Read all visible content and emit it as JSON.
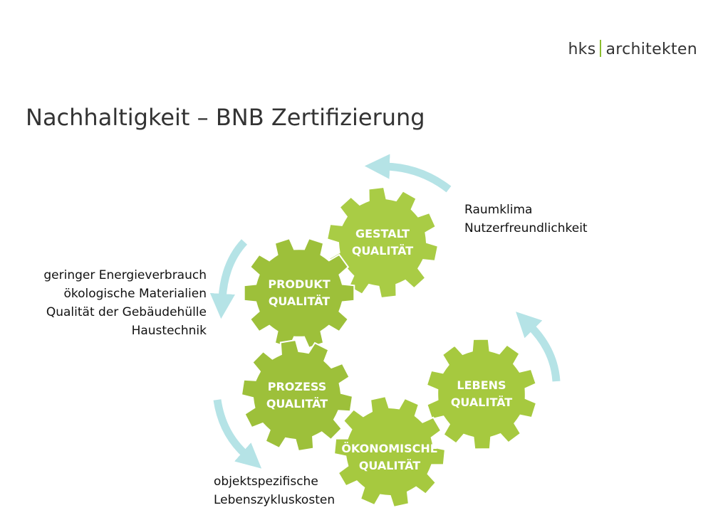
{
  "header": {
    "logo_left": "hks",
    "logo_right": "architekten",
    "title": "Nachhaltigkeit – BNB Zertifizierung"
  },
  "colors": {
    "gear_top": "#a9cc45",
    "gear_mid": "#9dc03a",
    "gear_bottom": "#a6c93f",
    "arrow": "#b5e3e6",
    "logo_separator": "#8bbd2e",
    "text": "#111111"
  },
  "diagram": {
    "gears": [
      {
        "name": "gestalt",
        "line1": "GESTALT",
        "line2": "QUALITÄT"
      },
      {
        "name": "produkt",
        "line1": "PRODUKT",
        "line2": "QUALITÄT"
      },
      {
        "name": "prozess",
        "line1": "PROZESS",
        "line2": "QUALITÄT"
      },
      {
        "name": "oekonomische",
        "line1": "ÖKONOMISCHE",
        "line2": "QUALITÄT"
      },
      {
        "name": "lebens",
        "line1": "LEBENS",
        "line2": "QUALITÄT"
      }
    ],
    "notes": {
      "right": [
        "Raumklima",
        "Nutzerfreundlichkeit"
      ],
      "left": [
        "geringer Energieverbrauch",
        "ökologische Materialien",
        "Qualität der Gebäudehülle",
        "Haustechnik"
      ],
      "bottom": [
        "objektspezifische",
        "Lebenszykluskosten"
      ]
    }
  }
}
